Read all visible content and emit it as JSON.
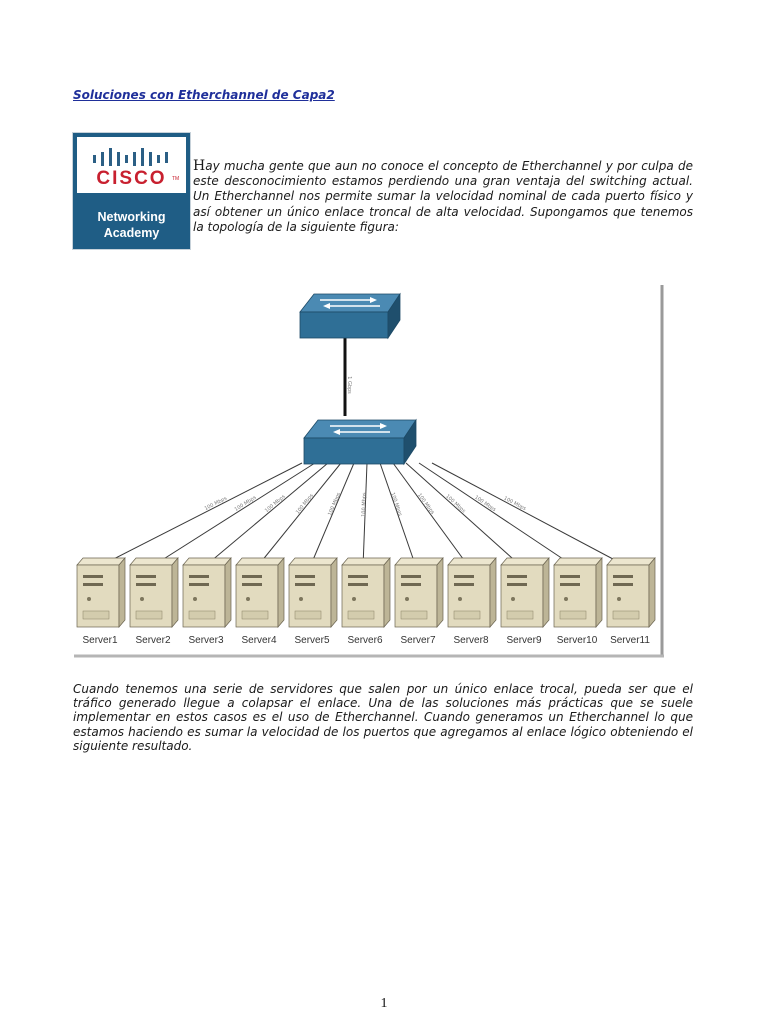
{
  "document": {
    "title": "Soluciones con Etherchannel de Capa2",
    "paragraph1_initial": "H",
    "paragraph1_rest": "ay mucha gente que aun no conoce el concepto de Etherchannel y por culpa de este desconocimiento estamos perdiendo una gran ventaja del switching actual. Un Etherchannel nos permite sumar la velocidad nominal de cada puerto físico y así obtener un único enlace troncal de alta velocidad. Supongamos que tenemos la topología de la siguiente figura:",
    "paragraph2": "Cuando tenemos una serie de servidores que salen por un único enlace trocal, pueda ser que el tráfico generado llegue a colapsar el enlace. Una de las soluciones más prácticas que se suele implementar en estos casos es el uso de Etherchannel. Cuando generamos un Etherchannel lo que estamos haciendo es sumar la velocidad de los puertos que agregamos al enlace lógico obteniendo el siguiente resultado.",
    "page_number": "1"
  },
  "logo": {
    "brand": "CISCO",
    "trademark": "TM",
    "line1": "Networking",
    "line2": "Academy",
    "brand_color": "#c8202f",
    "panel_color": "#1f5d85"
  },
  "figure": {
    "uplink_label": "1 Gbps",
    "link_label": "100 Mbps",
    "servers": [
      "Server1",
      "Server2",
      "Server3",
      "Server4",
      "Server5",
      "Server6",
      "Server7",
      "Server8",
      "Server9",
      "Server10",
      "Server11"
    ],
    "switch_color": "#2f6f96"
  }
}
